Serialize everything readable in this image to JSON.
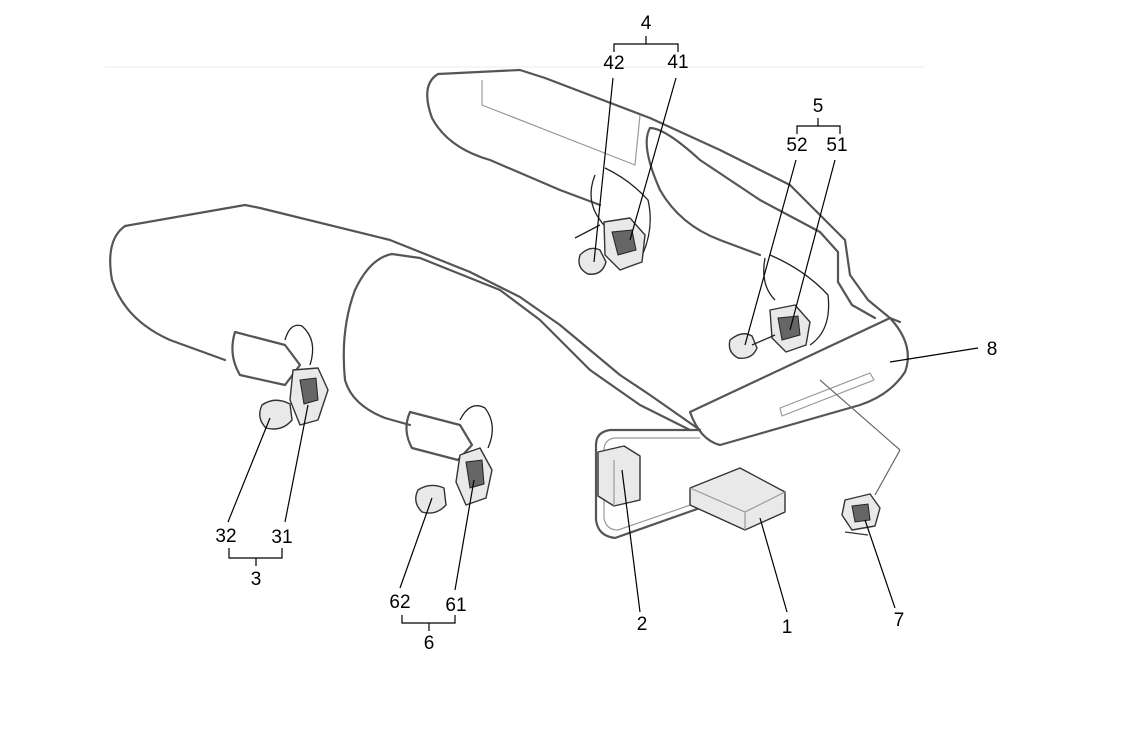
{
  "labels": {
    "l1": "1",
    "l2": "2",
    "l3": "3",
    "l31": "31",
    "l32": "32",
    "l4": "4",
    "l41": "41",
    "l42": "42",
    "l5": "5",
    "l51": "51",
    "l52": "52",
    "l6": "6",
    "l61": "61",
    "l62": "62",
    "l7": "7",
    "l8": "8"
  }
}
